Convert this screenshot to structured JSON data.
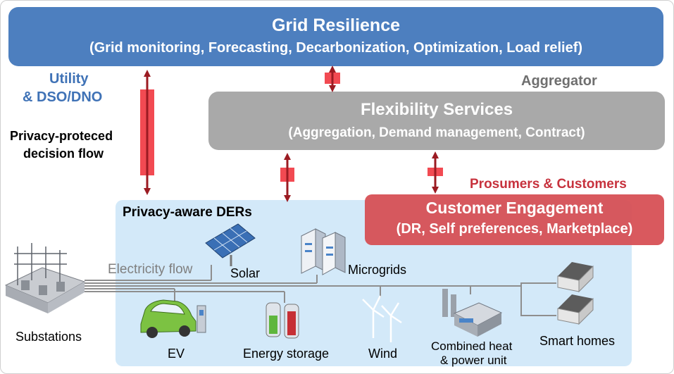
{
  "grid": {
    "title": "Grid Resilience",
    "subtitle": "(Grid monitoring, Forecasting, Decarbonization, Optimization, Load relief)"
  },
  "utility": {
    "line1": "Utility",
    "line2": "& DSO/DNO"
  },
  "aggregator": "Aggregator",
  "flexibility": {
    "title": "Flexibility Services",
    "subtitle": "(Aggregation, Demand management, Contract)"
  },
  "decision_flow": {
    "line1": "Privacy-proteced",
    "line2": "decision flow"
  },
  "prosumers": "Prosumers & Customers",
  "customer": {
    "title": "Customer Engagement",
    "subtitle": "(DR, Self preferences, Marketplace)"
  },
  "ders": {
    "title": "Privacy-aware DERs",
    "electricity_flow": "Electricity flow",
    "solar": "Solar",
    "microgrids": "Microgrids",
    "ev": "EV",
    "energy_storage": "Energy storage",
    "wind": "Wind",
    "chp_line1": "Combined heat",
    "chp_line2": "& power unit",
    "smart_homes": "Smart homes"
  },
  "substations": "Substations",
  "colors": {
    "grid_blue": "#4d7fbf",
    "flex_grey": "#a9a9a9",
    "customer_red": "#d64b50",
    "arrow_dark_red": "#9b1b22",
    "lock_red": "#f24a52",
    "der_panel": "#d3e9f9"
  }
}
